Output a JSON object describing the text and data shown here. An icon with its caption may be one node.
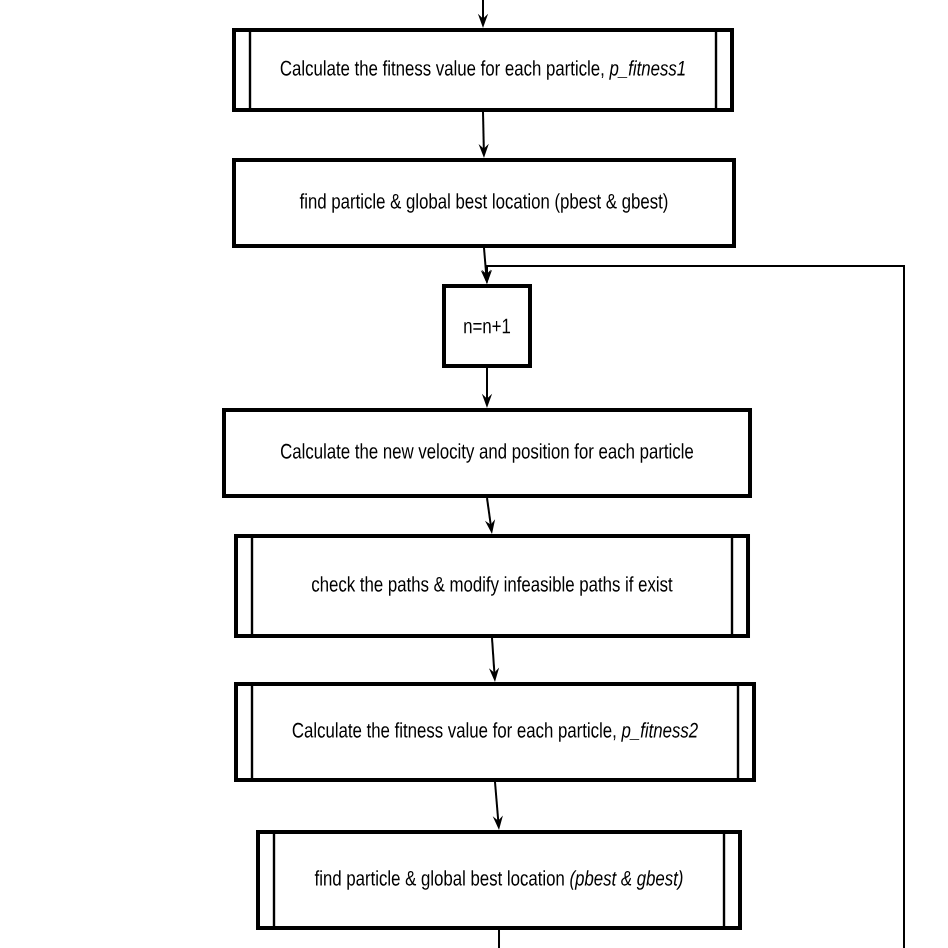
{
  "diagram": {
    "nodes": [
      {
        "text": [
          "Calculate the fitness value for each particle, *p_fitness1*"
        ]
      },
      {
        "text": [
          "find particle & global best location (pbest & gbest)"
        ]
      },
      {
        "text": [
          "n=n+1"
        ]
      },
      {
        "text": [
          "Calculate the new velocity and position for each particle"
        ]
      },
      {
        "text": [
          "check the paths & modify infeasible paths if exist"
        ]
      },
      {
        "text": [
          "Calculate the fitness value for each particle, *p_fitness2*"
        ]
      },
      {
        "text": [
          "find particle & global best location *(pbest & gbest)*"
        ]
      }
    ],
    "edges": [
      {
        "from": null,
        "to": 0,
        "arrow": "to"
      },
      {
        "from": 0,
        "to": 1,
        "arrow": "to"
      },
      {
        "from": 1,
        "to": 2,
        "arrow": "to"
      },
      {
        "from": null,
        "to": 2,
        "arrow": "to"
      },
      {
        "from": 2,
        "to": 3,
        "arrow": "to"
      },
      {
        "from": 3,
        "to": 4,
        "arrow": "to"
      },
      {
        "from": 4,
        "to": 5,
        "arrow": "to"
      },
      {
        "from": 5,
        "to": 6,
        "arrow": "to"
      },
      {
        "from": 6,
        "to": null,
        "arrow": "none"
      }
    ]
  }
}
